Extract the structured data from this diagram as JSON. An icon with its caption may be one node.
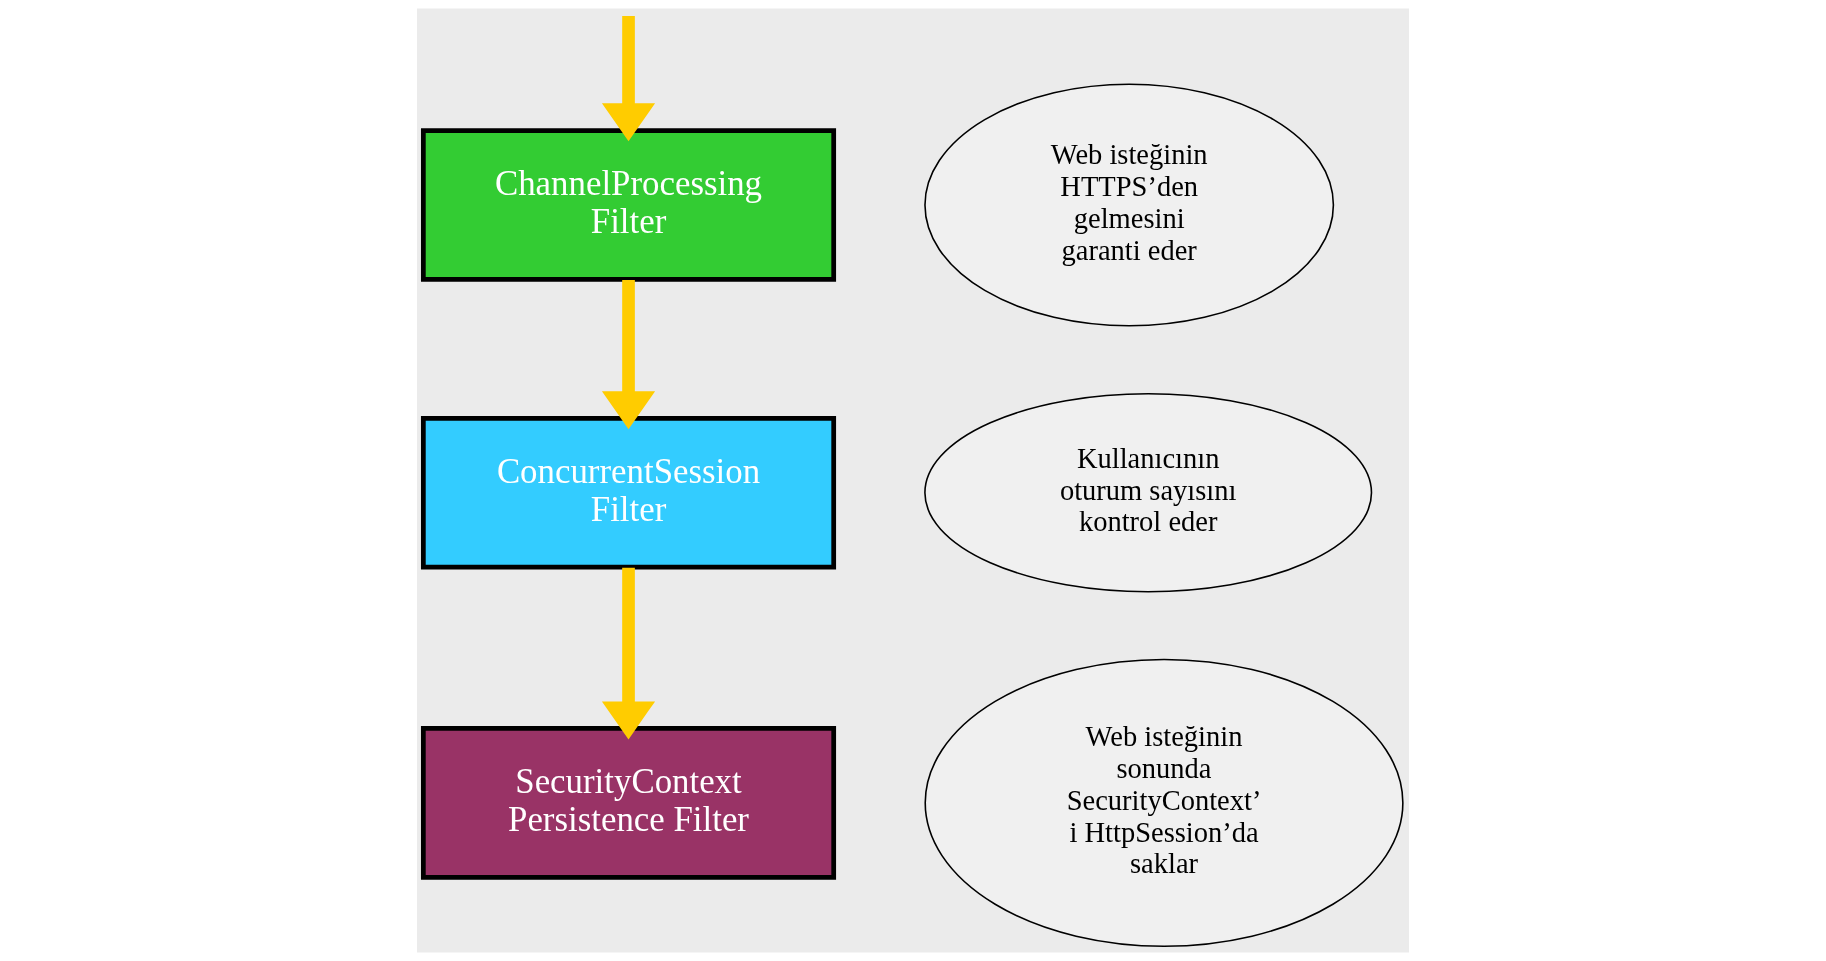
{
  "diagram": {
    "nodes": [
      {
        "text": [
          "ChannelProcessing Filter"
        ]
      },
      {
        "text": [
          "Web isteğinin HTTPS’den gelmesini garanti eder"
        ]
      },
      {
        "text": [
          "Kullanıcının oturum sayısını kontrol eder"
        ]
      },
      {
        "text": [
          "ConcurrentSession Filter"
        ]
      },
      {
        "text": [
          "Web isteğinin sonunda SecurityContext’ i HttpSession’da saklar"
        ]
      },
      {
        "text": [
          "SecurityContext Persistence Filter"
        ]
      }
    ],
    "edges": [
      {
        "from": null,
        "to": 0,
        "arrow": "to"
      },
      {
        "from": 0,
        "to": 3,
        "arrow": "to"
      },
      {
        "from": 3,
        "to": 5,
        "arrow": "to"
      }
    ]
  }
}
